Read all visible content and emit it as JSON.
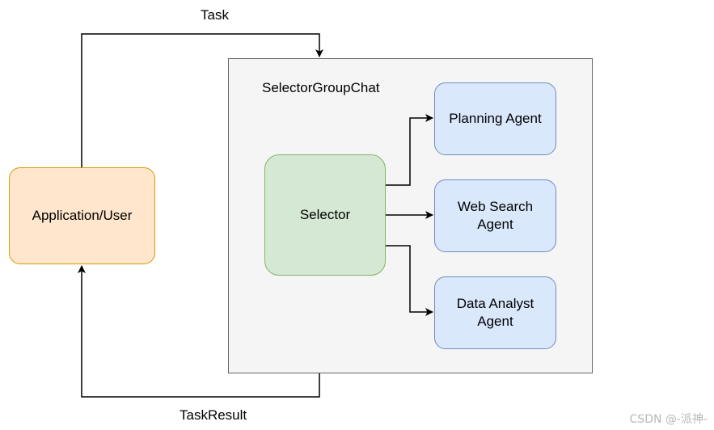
{
  "diagram": {
    "edges": {
      "task": "Task",
      "task_result": "TaskResult"
    },
    "group": {
      "title": "SelectorGroupChat"
    },
    "nodes": {
      "user": "Application/User",
      "selector": "Selector",
      "planning_agent": "Planning Agent",
      "web_search_agent": [
        "Web Search",
        "Agent"
      ],
      "data_analyst_agent": [
        "Data Analyst",
        "Agent"
      ]
    }
  },
  "watermark": "CSDN @-派神-",
  "colors": {
    "group_fill": "#f5f5f5",
    "group_stroke": "#666666",
    "user_fill": "#ffe6cc",
    "user_stroke": "#d79b00",
    "selector_fill": "#d5e8d4",
    "selector_stroke": "#82b366",
    "agent_fill": "#dae8fc",
    "agent_stroke": "#6c8ebf",
    "line": "#000000"
  }
}
